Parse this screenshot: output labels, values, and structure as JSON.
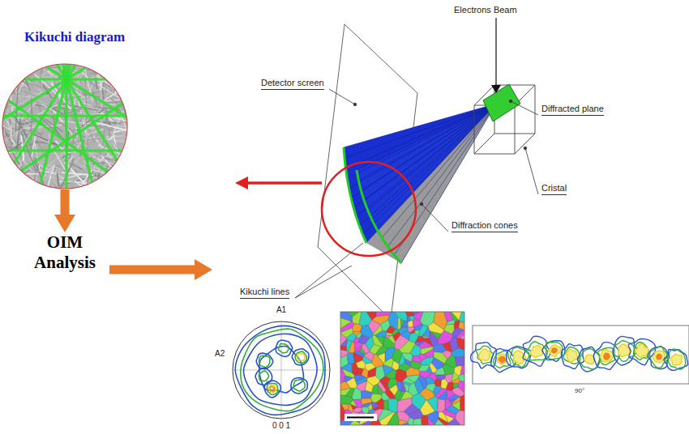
{
  "diagram": {
    "nodes": [
      {
        "text": [
          "Kikuchi diagram"
        ]
      },
      {
        "text": [
          "OIM Analysis"
        ]
      },
      {
        "text": [
          "A1",
          "A2",
          "0 0 1"
        ]
      }
    ],
    "edges": [
      {
        "from": 0,
        "to": 1,
        "arrow": "to"
      },
      {
        "from": 1,
        "to": 2,
        "arrow": "to"
      }
    ],
    "labels": [
      "Electrons Beam",
      "Detector screen",
      "Diffracted plane",
      "Cristal",
      "Diffraction cones",
      "Kikuchi lines",
      "90°"
    ]
  }
}
